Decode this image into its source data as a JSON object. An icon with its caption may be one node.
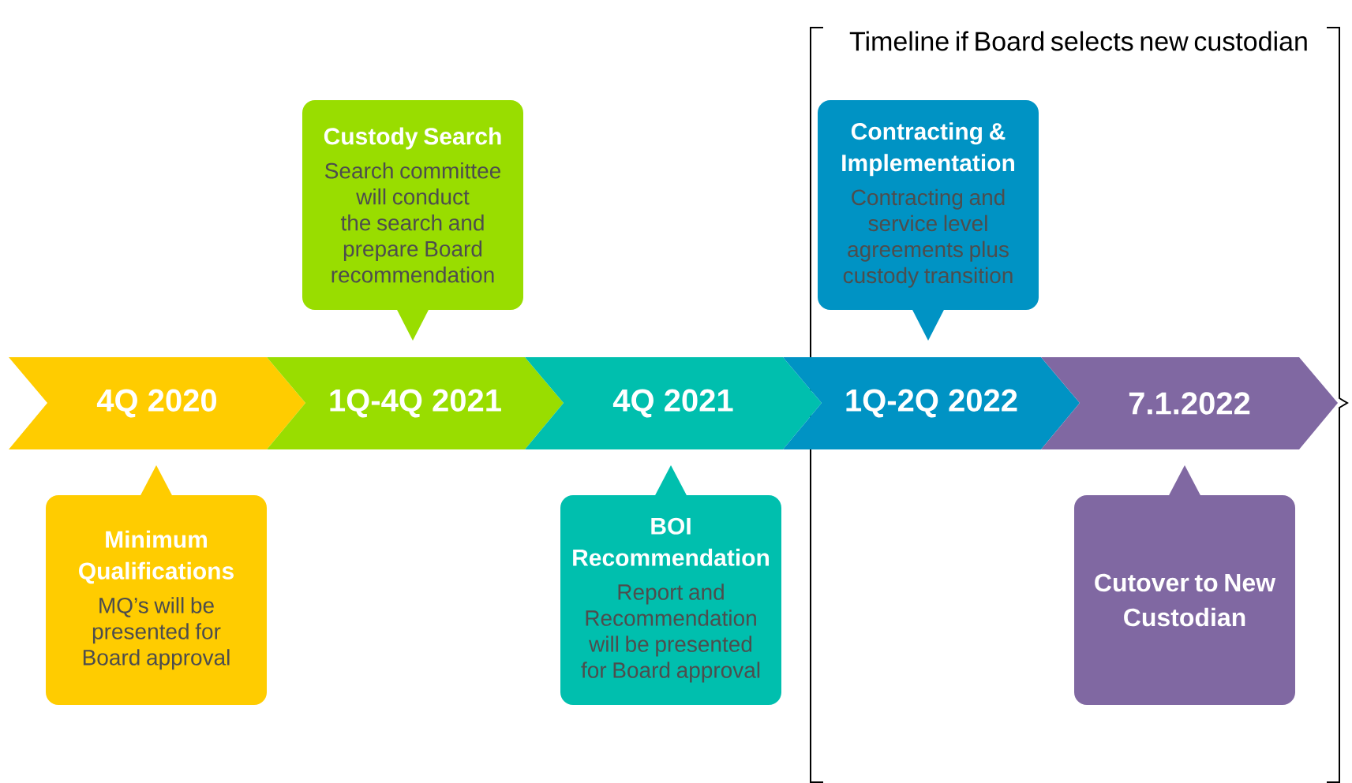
{
  "diagram": {
    "nodes": [
      {
        "text": [
          "4Q 2020"
        ]
      },
      {
        "text": [
          "1Q-4Q 2021"
        ]
      },
      {
        "text": [
          "4Q 2021"
        ]
      },
      {
        "text": [
          "1Q-2Q 2022"
        ]
      },
      {
        "text": [
          "7.1.2022"
        ]
      },
      {
        "text": [
          "Minimum Qualifications",
          "MQ’s will be presented for Board approval"
        ]
      },
      {
        "text": [
          "Custody Search",
          "Search committee will conduct the search and prepare Board recommendation"
        ]
      },
      {
        "text": [
          "BOI Recommendation",
          "Report and Recommendation will be presented for Board approval"
        ]
      },
      {
        "text": [
          "Contracting & Implementation",
          "Contracting and service level agreements plus custody transition"
        ]
      },
      {
        "text": [
          "Cutover to New Custodian"
        ]
      }
    ],
    "labels": [
      "Timeline if Board selects new custodian"
    ]
  }
}
